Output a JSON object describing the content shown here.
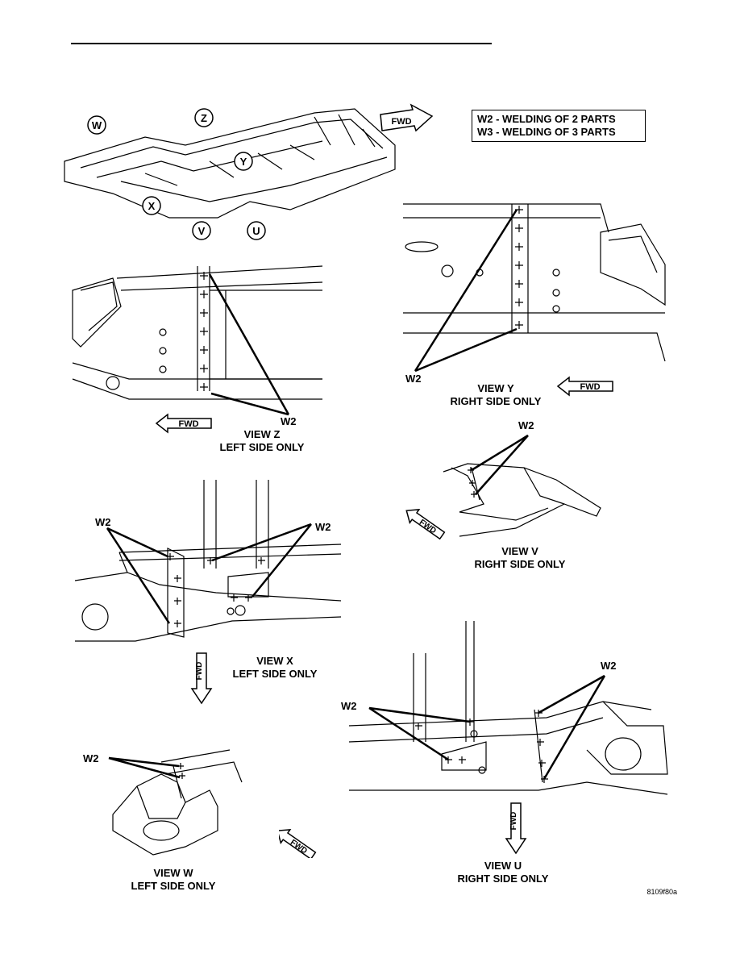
{
  "legend": {
    "line1": "W2 - WELDING OF 2 PARTS",
    "line2": "W3 - WELDING OF 3 PARTS"
  },
  "overview": {
    "view_markers": [
      "W",
      "Z",
      "Y",
      "X",
      "V",
      "U"
    ],
    "fwd": "FWD"
  },
  "views": {
    "z": {
      "name": "VIEW Z",
      "side": "LEFT SIDE ONLY",
      "weld": "W2",
      "fwd": "FWD"
    },
    "y": {
      "name": "VIEW Y",
      "side": "RIGHT SIDE ONLY",
      "weld": "W2",
      "fwd": "FWD"
    },
    "v": {
      "name": "VIEW V",
      "side": "RIGHT SIDE ONLY",
      "weld": "W2",
      "fwd": "FWD"
    },
    "x": {
      "name": "VIEW X",
      "side": "LEFT SIDE ONLY",
      "weld_left": "W2",
      "weld_right": "W2",
      "fwd": "FWD"
    },
    "w": {
      "name": "VIEW W",
      "side": "LEFT SIDE ONLY",
      "weld": "W2",
      "fwd": "FWD"
    },
    "u": {
      "name": "VIEW U",
      "side": "RIGHT SIDE ONLY",
      "weld_left": "W2",
      "weld_right": "W2",
      "fwd": "FWD"
    }
  },
  "figure_id": "8109f80a"
}
